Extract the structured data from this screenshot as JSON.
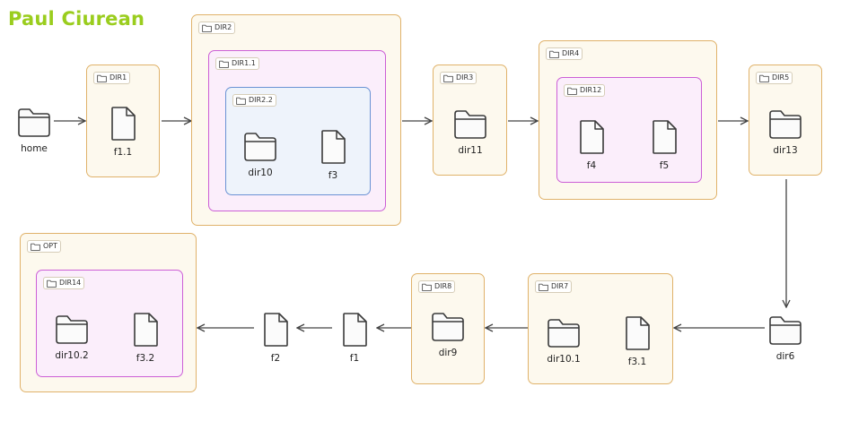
{
  "author": "Paul Ciurean",
  "colors": {
    "author": "#9acd1e",
    "container": "#e0b26a",
    "subfolder": "#cc5fd6",
    "nested": "#6a92d4",
    "arrow": "#444444"
  },
  "containers": {
    "dir1": "DIR1",
    "dir2": "DIR2",
    "dir1_1": "DIR1.1",
    "dir2_2": "DIR2.2",
    "dir3": "DIR3",
    "dir4": "DIR4",
    "dir12": "DIR12",
    "dir5": "DIR5",
    "opt": "OPT",
    "dir14": "DIR14",
    "dir8": "DIR8",
    "dir7": "DIR7"
  },
  "nodes": {
    "home": "home",
    "f1_1": "f1.1",
    "dir10": "dir10",
    "f3": "f3",
    "dir11": "dir11",
    "f4": "f4",
    "f5": "f5",
    "dir13": "dir13",
    "dir6": "dir6",
    "dir10_1": "dir10.1",
    "f3_1": "f3.1",
    "dir9": "dir9",
    "f1": "f1",
    "f2": "f2",
    "dir10_2": "dir10.2",
    "f3_2": "f3.2"
  }
}
